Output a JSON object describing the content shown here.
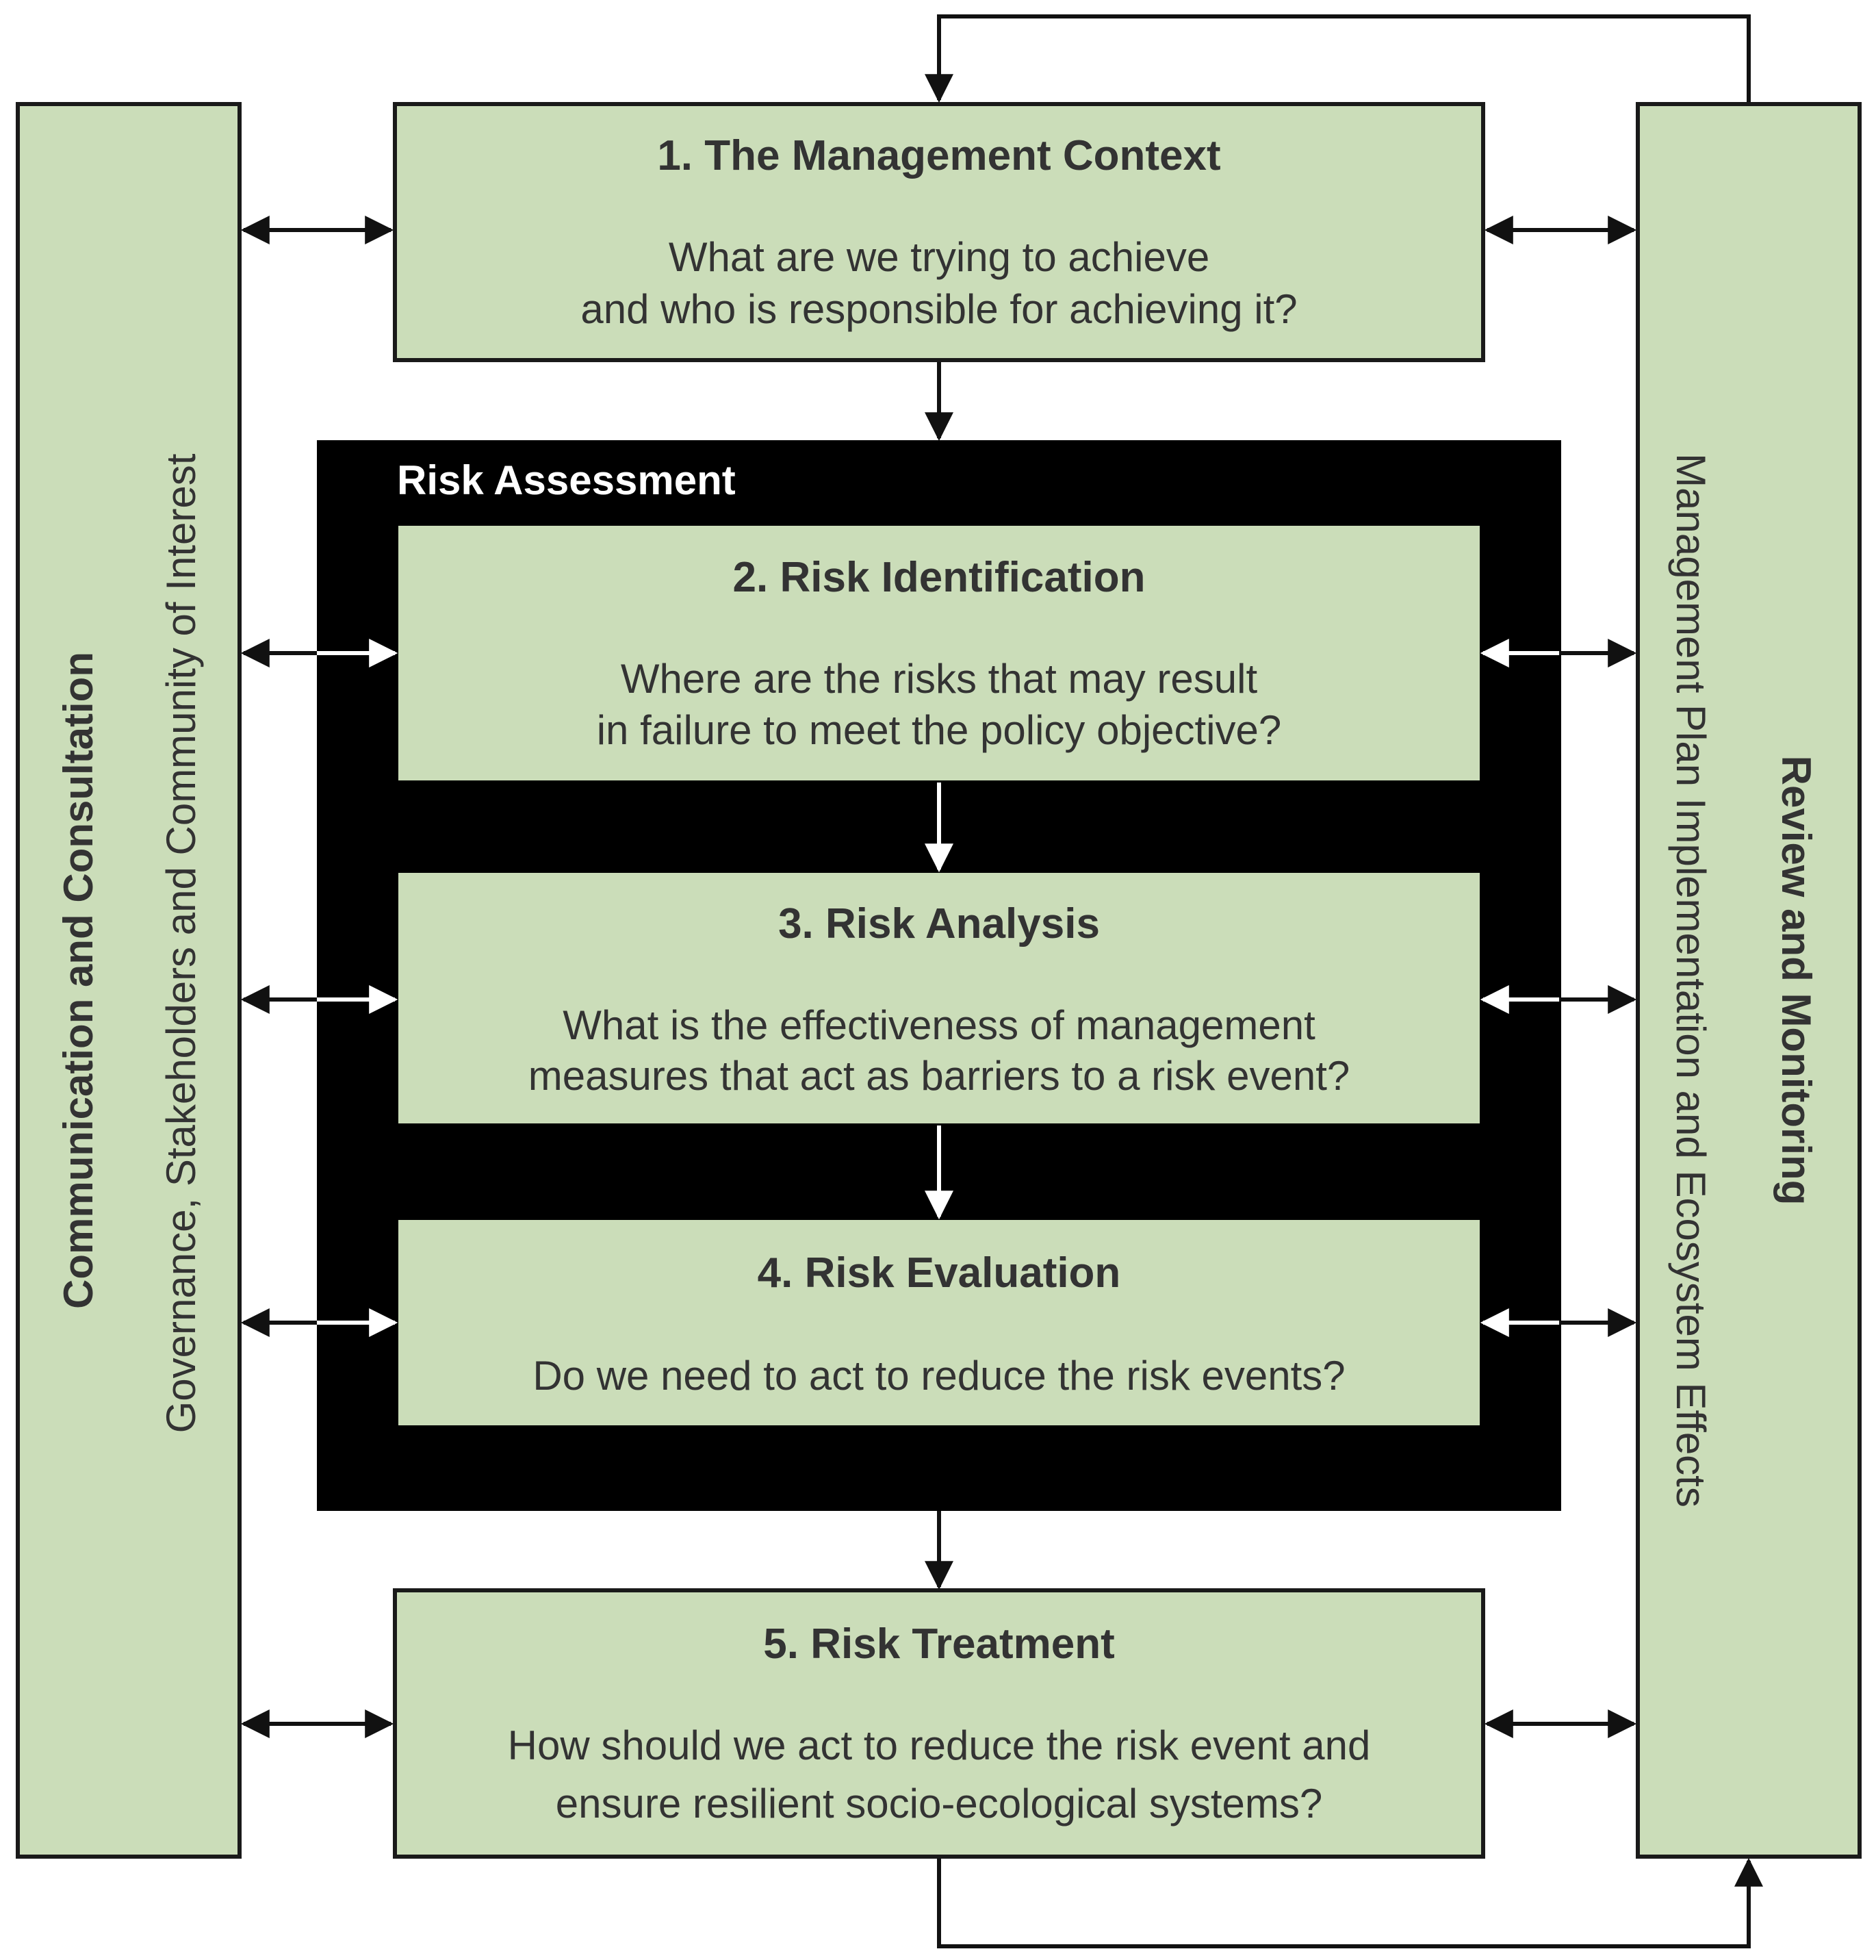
{
  "side_panels": {
    "left": {
      "title": "Communication and Consultation",
      "subtitle": "Governance, Stakeholders and Community of Interest"
    },
    "right": {
      "title": "Review and Monitoring",
      "subtitle": "Management Plan Implementation and Ecosystem Effects"
    }
  },
  "risk_assessment": {
    "label": "Risk Assessment"
  },
  "steps": [
    {
      "title": "1. The Management Context",
      "lines": [
        "What are we trying to achieve",
        "and who is responsible for achieving it?"
      ]
    },
    {
      "title": "2. Risk Identification",
      "lines": [
        "Where are the risks that may result",
        "in failure to meet the policy objective?"
      ]
    },
    {
      "title": "3. Risk Analysis",
      "lines": [
        "What is the effectiveness of management",
        "measures that act as barriers to a risk event?"
      ]
    },
    {
      "title": "4. Risk Evaluation",
      "lines": [
        "Do we need to act to reduce the risk events?"
      ]
    },
    {
      "title": "5. Risk Treatment",
      "lines": [
        "How should we act to reduce the risk event and",
        "ensure resilient socio-ecological systems?"
      ]
    }
  ]
}
